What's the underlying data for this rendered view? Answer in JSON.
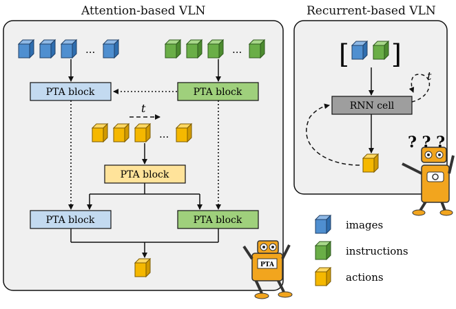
{
  "attention": {
    "title": "Attention-based VLN",
    "pta_label": "PTA block",
    "ellipsis": "...",
    "time_label": "t",
    "robot_badge": "PTA"
  },
  "recurrent": {
    "title": "Recurrent-based VLN",
    "rnn_label": "RNN cell",
    "time_label": "t",
    "robot_thought": "? ? ?"
  },
  "legend": {
    "images": "images",
    "instructions": "instructions",
    "actions": "actions"
  },
  "colors": {
    "image_blue": "#4f8fd0",
    "instruction_green": "#6aae47",
    "action_orange": "#f5b800",
    "pta_blue_fill": "#c3daf0",
    "pta_green_fill": "#9fd07c",
    "pta_yellow_fill": "#ffe39a",
    "rnn_gray_fill": "#9e9e9e",
    "panel_fill": "#f0f0f0",
    "robot_orange": "#f2a51e"
  }
}
